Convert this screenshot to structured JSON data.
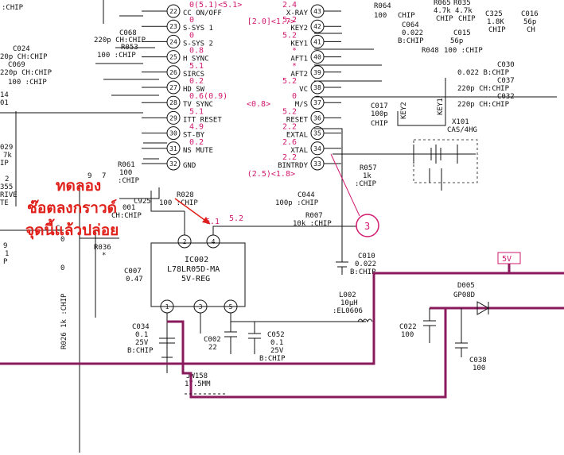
{
  "colors": {
    "ink": "#111111",
    "voltage": "#d1186f",
    "power_bus": "#8a1a5c",
    "annotation": "#e0201a"
  },
  "annotation": {
    "line1": "ทดลอง",
    "line2": "ช๊อตลงกราวด์",
    "line3": "จุดนี้แล้วปล่อย"
  },
  "marker": {
    "number": "3"
  },
  "ic_main": {
    "left_pins": [
      {
        "n": "22",
        "label": "CC ON/OFF",
        "v": "0(5.1)<5.1>"
      },
      {
        "n": "23",
        "label": "S-SYS 1",
        "v": "0"
      },
      {
        "n": "24",
        "label": "S-SYS 2",
        "v": "0"
      },
      {
        "n": "25",
        "label": "H SYNC",
        "v": "0.8"
      },
      {
        "n": "26",
        "label": "SIRCS",
        "v": "5.1"
      },
      {
        "n": "27",
        "label": "HD SW",
        "v": "0.2"
      },
      {
        "n": "28",
        "label": "TV SYNC",
        "v": "0.6(0.9)",
        "v2": "<0.8>"
      },
      {
        "n": "29",
        "label": "ITT RESET",
        "v": "5.1"
      },
      {
        "n": "30",
        "label": "ST-BY",
        "v": "4.9"
      },
      {
        "n": "31",
        "label": "NS MUTE",
        "v": "0.2"
      },
      {
        "n": "32",
        "label": "GND",
        "v": ""
      }
    ],
    "right_pins": [
      {
        "n": "43",
        "label": "X-RAY",
        "v": "2.4",
        "v2": "[2.0]<1.7>"
      },
      {
        "n": "42",
        "label": "KEY2",
        "v": "5.2"
      },
      {
        "n": "41",
        "label": "KEY1",
        "v": "5.2"
      },
      {
        "n": "40",
        "label": "AFT1",
        "v": "*"
      },
      {
        "n": "39",
        "label": "AFT2",
        "v": "*"
      },
      {
        "n": "38",
        "label": "VC",
        "v": "5.2"
      },
      {
        "n": "37",
        "label": "M/S",
        "v": "0"
      },
      {
        "n": "36",
        "label": "RESET",
        "v": "5.2"
      },
      {
        "n": "35",
        "label": "EXTAL",
        "v": "2.2"
      },
      {
        "n": "34",
        "label": "XTAL",
        "v": "2.6"
      },
      {
        "n": "33",
        "label": "BINTRDY",
        "v": "2.2",
        "v2": "(2.5)<1.8>"
      }
    ]
  },
  "ic002": {
    "ref": "IC002",
    "part": "L78LR05D-MA",
    "type": "5V-REG",
    "top_pins": [
      "2",
      "4"
    ],
    "bottom_pins": [
      "1",
      "3",
      "5"
    ],
    "v_pin2": "6.1",
    "v_pin4": "5.2"
  },
  "components": {
    "chip": ":CHIP",
    "top_left": [
      "C068",
      "220p CH:CHIP",
      "R053",
      "100 :CHIP",
      "C024",
      "20p CH:CHIP",
      "C069",
      "220p CH:CHIP",
      "100 :CHIP"
    ],
    "left_edge": [
      "14",
      "01",
      "029",
      "7k",
      "IP",
      "2",
      "355",
      "RIVE",
      "TE",
      "9",
      "1",
      "P"
    ],
    "top_mid": [
      "R064",
      "100",
      "CHIP",
      "C064",
      "0.022",
      "B:CHIP",
      "C015",
      "56p",
      "100 :CHIP"
    ],
    "top_right": [
      "R065",
      "4.7k",
      "CHIP",
      "R035",
      "4.7k",
      "CHIP",
      "C325",
      "1.8K",
      "CHIP",
      "C016",
      "56p",
      "CH"
    ],
    "caps_right": [
      {
        "ref": "C030",
        "val": "0.022 B:CHIP"
      },
      {
        "ref": "C037",
        "val": "220p CH:CHIP"
      },
      {
        "ref": "C032",
        "val": "220p CH:CHIP"
      }
    ],
    "r048": "R048",
    "c017": [
      "C017",
      "100p",
      "CHIP"
    ],
    "key2": "KEY2",
    "key1": "KEY1",
    "x101": [
      "X101",
      "CAS/4HG"
    ],
    "r057": [
      "R057",
      "1k",
      ":CHIP"
    ],
    "r061": [
      "R061",
      "100",
      ":CHIP"
    ],
    "r028": [
      "R028",
      "100 :CHIP"
    ],
    "c044": [
      "C044",
      "100p :CHIP"
    ],
    "r007": [
      "R007",
      "10k :CHIP"
    ],
    "c925": [
      "C925",
      "CH:CHIP"
    ],
    "r036": [
      "R036",
      "*"
    ],
    "c007": [
      "C007",
      "0.47"
    ],
    "r026": "R026 1k :CHIP",
    "c010": [
      "C010",
      "0.022",
      "B:CHIP"
    ],
    "l002": [
      "L002",
      "10μH",
      ":EL0606"
    ],
    "c034": [
      "C034",
      "0.1",
      "25V",
      "B:CHIP"
    ],
    "c002": [
      "C002",
      "22"
    ],
    "c052": [
      "C052",
      "0.1",
      "25V",
      "B:CHIP"
    ],
    "c022": [
      "C022",
      "100"
    ],
    "d005": [
      "D005",
      "GP08D"
    ],
    "c038": [
      "C038",
      "100"
    ],
    "jw158": [
      "JW158",
      "17.5MM"
    ],
    "rail": "5V",
    "misc": [
      "C",
      "0",
      "0",
      "9",
      "7",
      "001"
    ]
  }
}
